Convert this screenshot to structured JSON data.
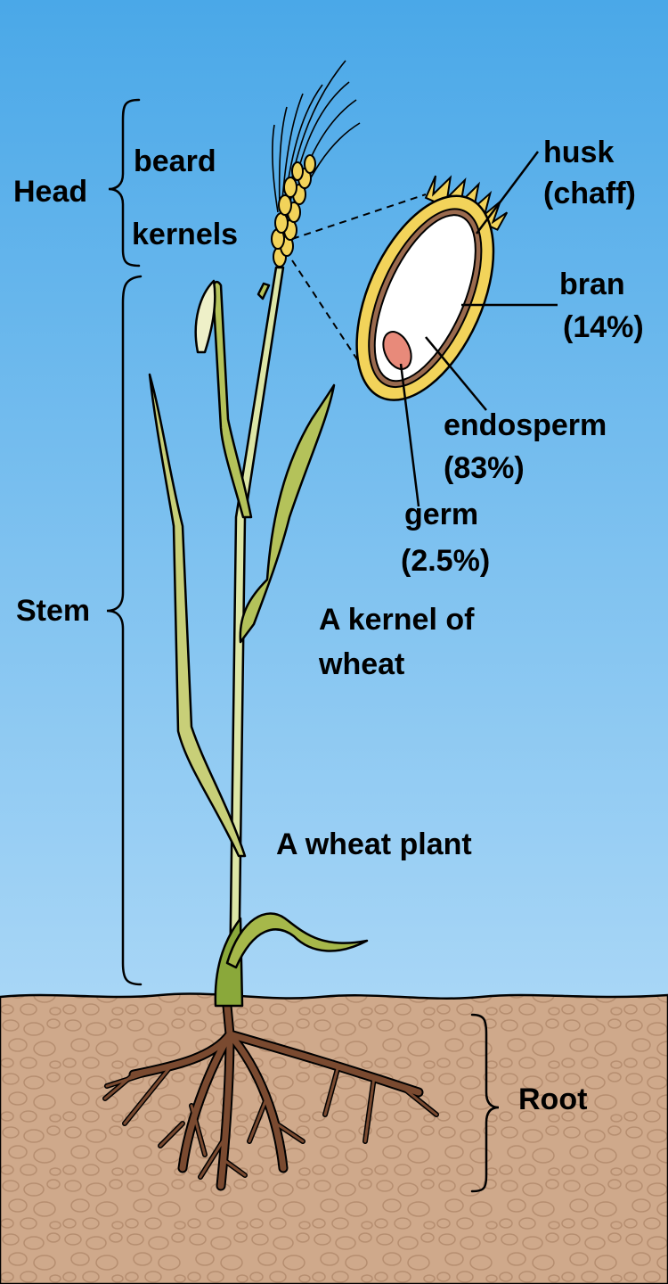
{
  "labels": {
    "head": "Head",
    "beard": "beard",
    "kernels": "kernels",
    "stem": "Stem",
    "root": "Root",
    "husk_1": "husk",
    "husk_2": "(chaff)",
    "bran_1": "bran",
    "bran_2": "(14%)",
    "endosperm_1": "endosperm",
    "endosperm_2": "(83%)",
    "germ_1": "germ",
    "germ_2": "(2.5%)",
    "kernel_title_1": "A kernel of",
    "kernel_title_2": "wheat",
    "plant_title": "A wheat plant"
  },
  "colors": {
    "sky_top": "#4aa8e8",
    "sky_bottom": "#a6d4f4",
    "soil": "#cfa98b",
    "soil_pebble": "#b08868",
    "root": "#7a4a30",
    "stem": "#dde6a6",
    "leaf": "#a6b84a",
    "leaf_dark": "#7a9a2c",
    "husk": "#f2d35a",
    "bran": "#9a6a4e",
    "endosperm": "#ffffff",
    "germ": "#e88a7a"
  }
}
